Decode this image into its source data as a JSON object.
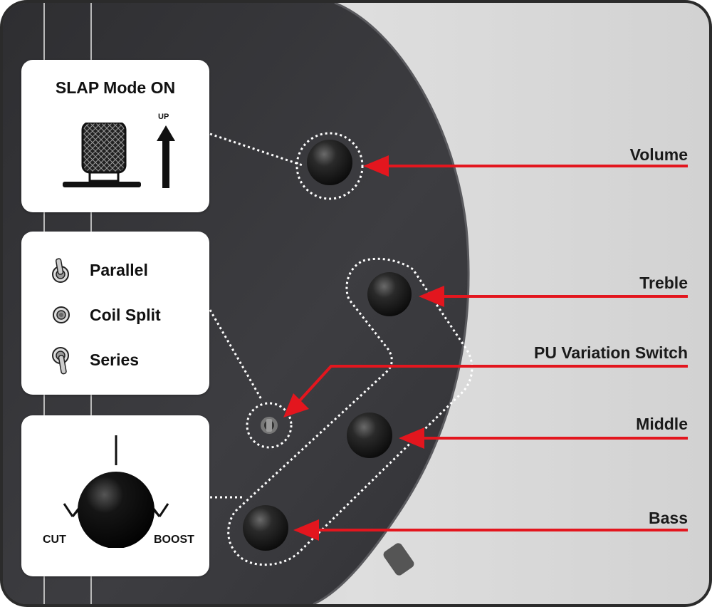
{
  "panels": {
    "slap": {
      "title": "SLAP Mode ON",
      "up_label": "UP",
      "icons": [
        "knob-pulled-icon",
        "up-arrow-icon"
      ]
    },
    "switch_modes": [
      {
        "label": "Parallel",
        "icon": "toggle-up-icon"
      },
      {
        "label": "Coil Split",
        "icon": "toggle-center-icon"
      },
      {
        "label": "Series",
        "icon": "toggle-down-icon"
      }
    ],
    "eq": {
      "cut_label": "CUT",
      "boost_label": "BOOST",
      "icons": [
        "knob-icon",
        "cut-arrow-icon",
        "boost-arrow-icon"
      ]
    }
  },
  "callouts": {
    "volume": "Volume",
    "treble": "Treble",
    "pu_switch": "PU Variation Switch",
    "middle": "Middle",
    "bass": "Bass"
  },
  "colors": {
    "arrow": "#e3161e",
    "body": "#3a3a3e",
    "background": "#d4d4d4",
    "frame": "#2b2b2b",
    "panel": "#ffffff"
  }
}
